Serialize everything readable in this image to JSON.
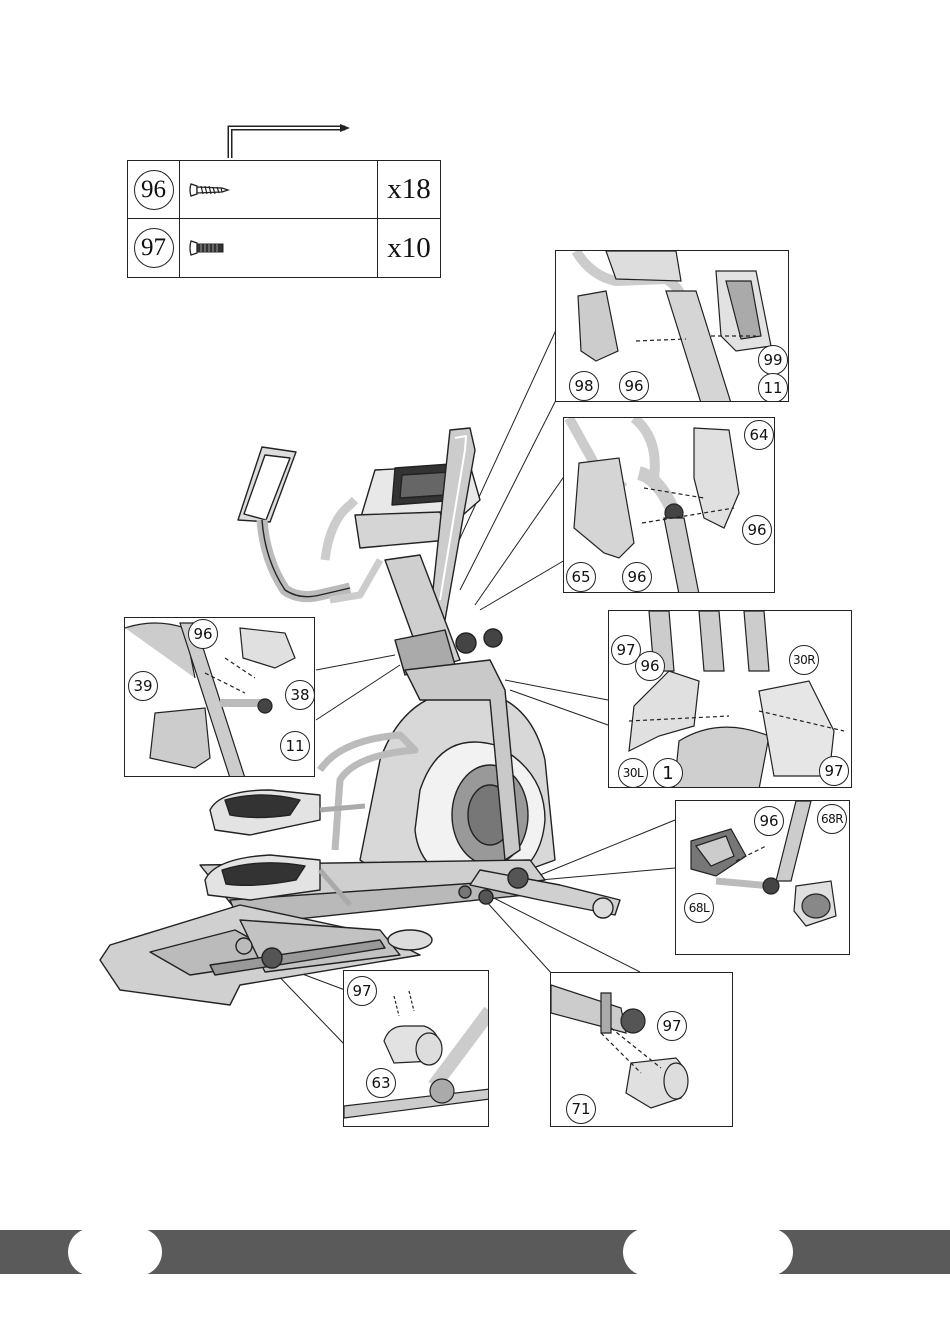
{
  "hardware": [
    {
      "part": "96",
      "qty": "x18",
      "icon": "tapping-screw-icon"
    },
    {
      "part": "97",
      "qty": "x10",
      "icon": "machine-bolt-icon"
    }
  ],
  "tool_icon": "allen-key-icon",
  "insets": {
    "console": {
      "labels": [
        "98",
        "96",
        "99",
        "11"
      ]
    },
    "handlebar_pivot": {
      "labels": [
        "64",
        "96",
        "65",
        "96"
      ]
    },
    "left_arm": {
      "labels": [
        "96",
        "39",
        "38",
        "11"
      ]
    },
    "rear_shroud": {
      "labels": [
        "97",
        "96",
        "30R",
        "30L",
        "1",
        "97"
      ]
    },
    "crank_cover": {
      "labels": [
        "96",
        "68R",
        "68L"
      ]
    },
    "pedal_axle": {
      "labels": [
        "97",
        "63"
      ]
    },
    "rail_end": {
      "labels": [
        "97",
        "71"
      ]
    }
  },
  "colors": {
    "footer": "#5a5a5a",
    "line": "#222222"
  }
}
